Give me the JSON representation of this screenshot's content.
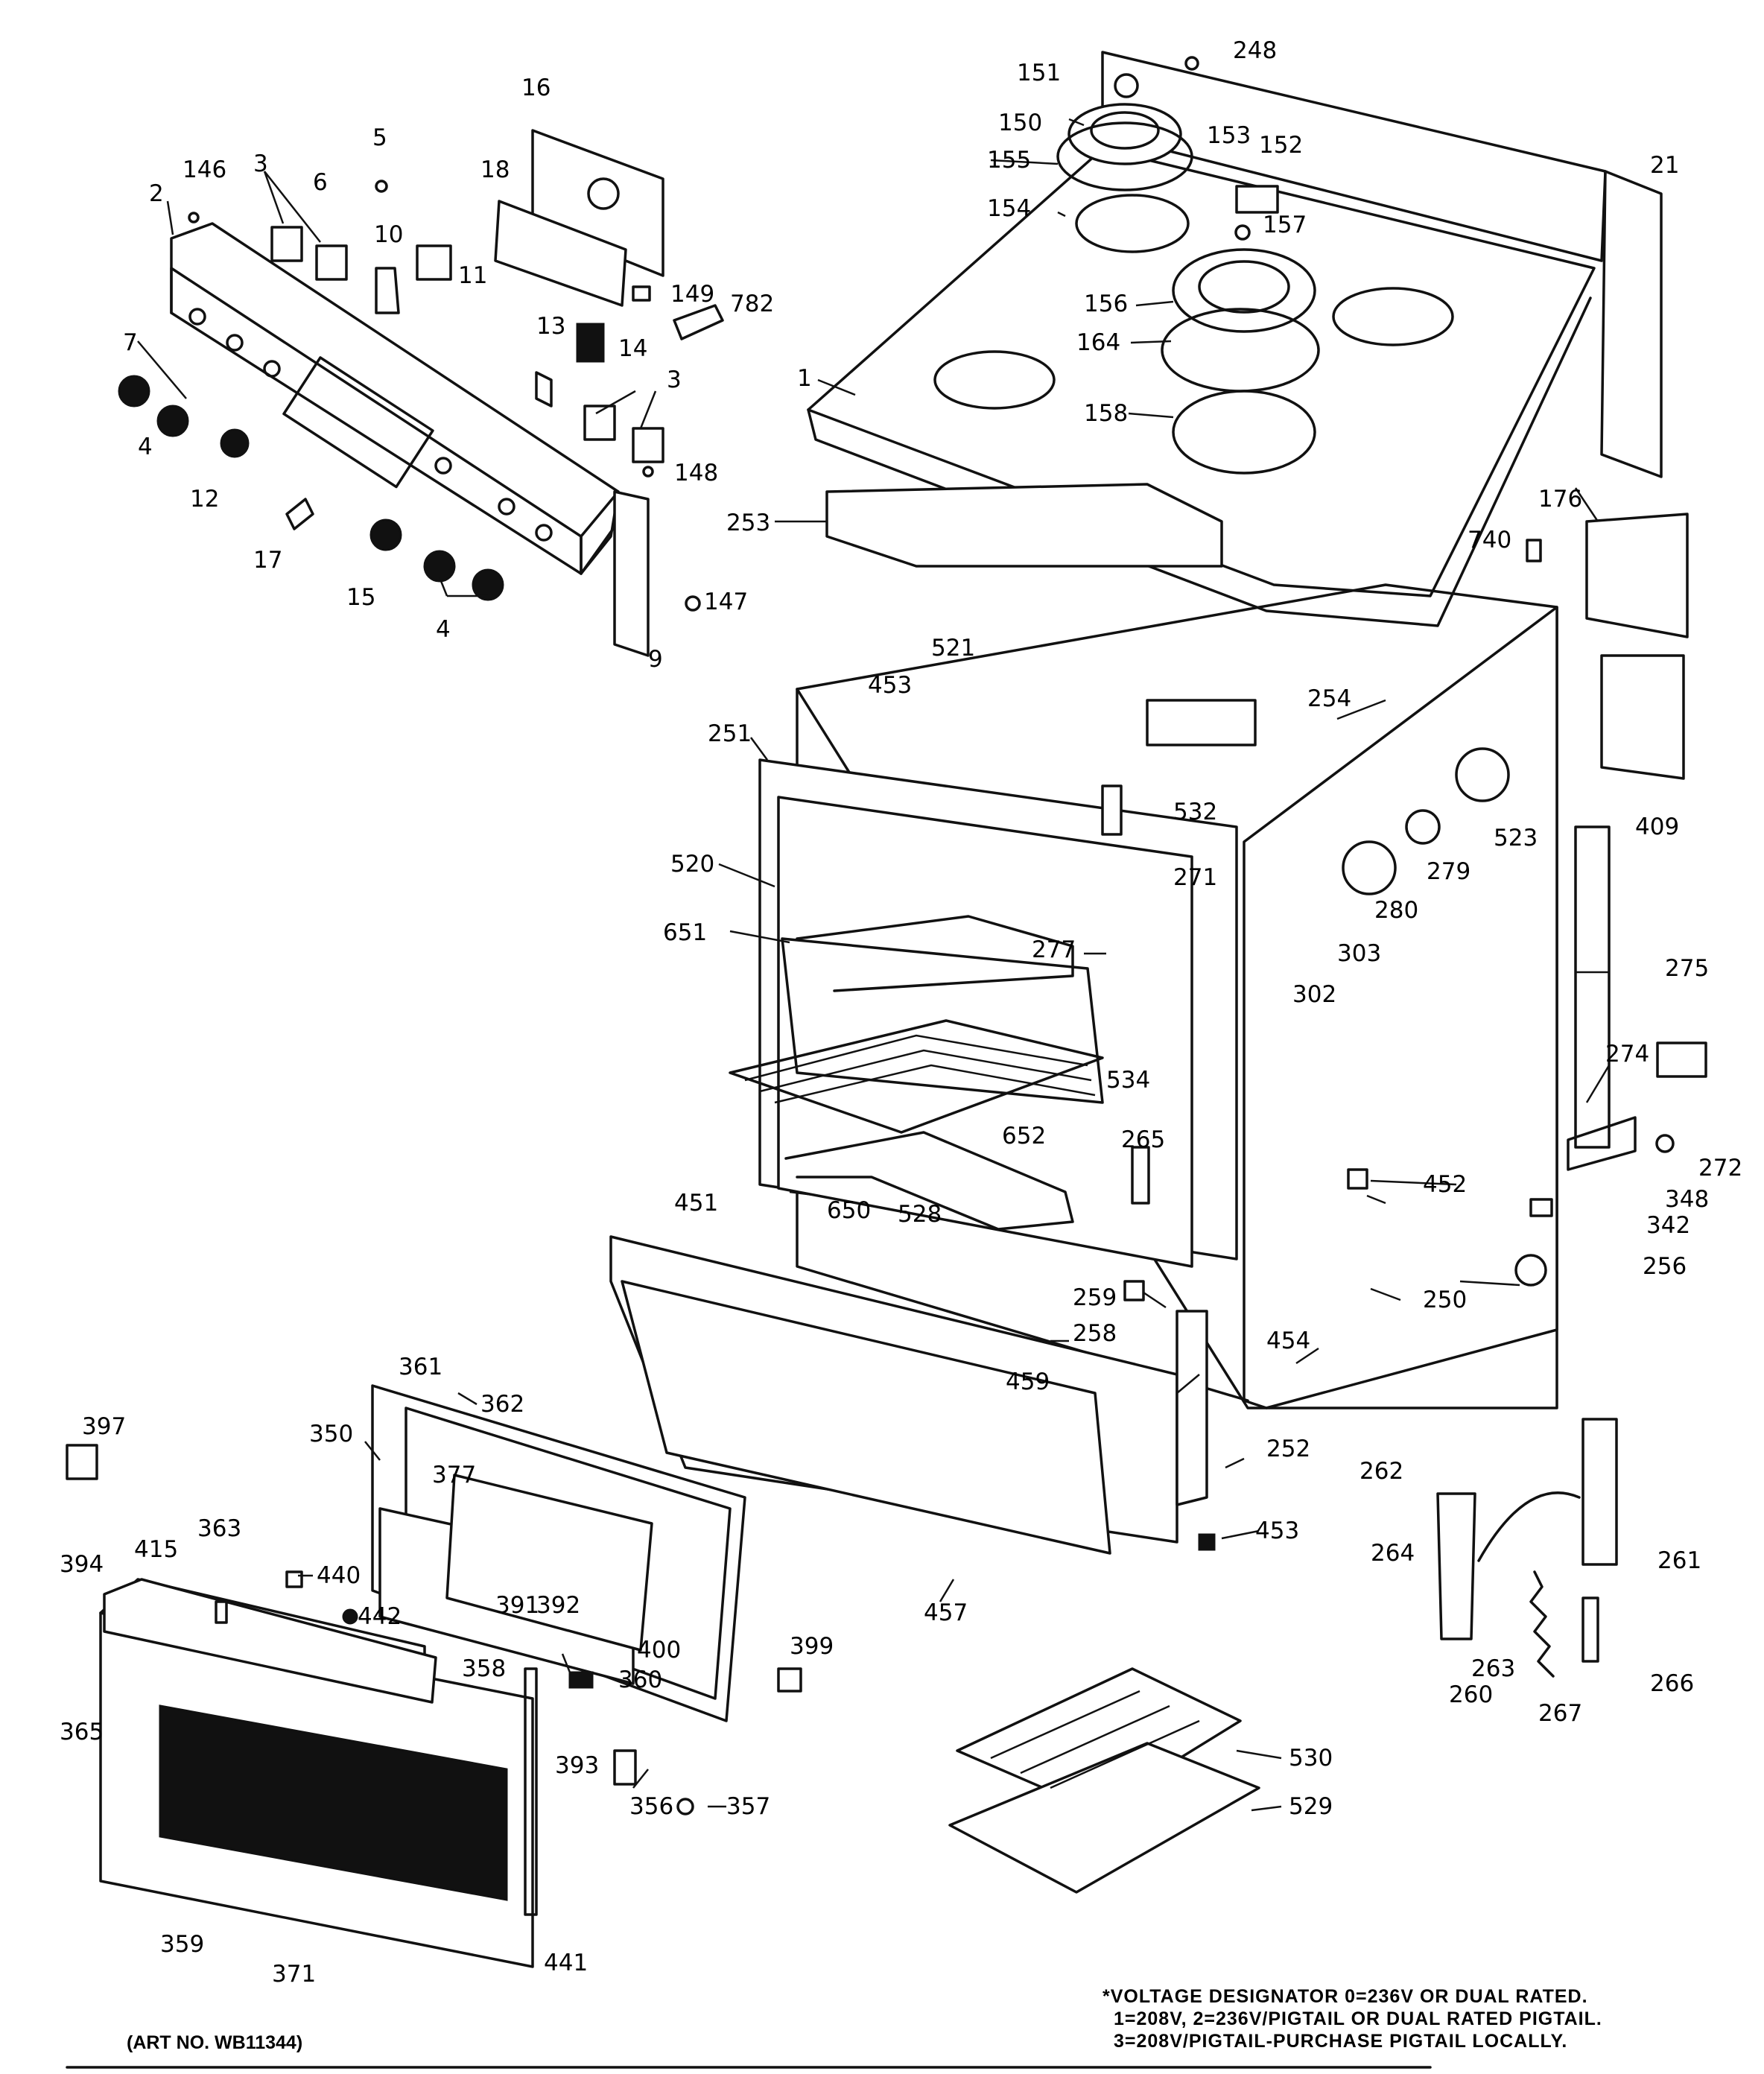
{
  "callouts": {
    "c1": "1",
    "c2": "2",
    "c3a": "3",
    "c3b": "3",
    "c4a": "4",
    "c4b": "4",
    "c5": "5",
    "c6": "6",
    "c7": "7",
    "c9": "9",
    "c10": "10",
    "c11": "11",
    "c12": "12",
    "c13": "13",
    "c14": "14",
    "c15": "15",
    "c16": "16",
    "c17": "17",
    "c18": "18",
    "c21": "21",
    "c146": "146",
    "c147": "147",
    "c148": "148",
    "c149": "149",
    "c150": "150",
    "c151": "151",
    "c152": "152",
    "c153": "153",
    "c154": "154",
    "c155": "155",
    "c156": "156",
    "c157": "157",
    "c158": "158",
    "c164": "164",
    "c176": "176",
    "c248": "248",
    "c250": "250",
    "c251": "251",
    "c252": "252",
    "c253": "253",
    "c254": "254",
    "c256": "256",
    "c258": "258",
    "c259": "259",
    "c260": "260",
    "c261": "261",
    "c262": "262",
    "c263": "263",
    "c264": "264",
    "c265": "265",
    "c266": "266",
    "c267": "267",
    "c271": "271",
    "c272": "272",
    "c274": "274",
    "c275": "275",
    "c277": "277",
    "c279": "279",
    "c280": "280",
    "c302": "302",
    "c303": "303",
    "c342": "342",
    "c348": "348",
    "c350": "350",
    "c356": "356",
    "c357": "357",
    "c358": "358",
    "c359": "359",
    "c360": "360",
    "c361": "361",
    "c362": "362",
    "c363": "363",
    "c365": "365",
    "c371": "371",
    "c377": "377",
    "c391": "391",
    "c392": "392",
    "c393": "393",
    "c394": "394",
    "c397": "397",
    "c399": "399",
    "c400": "400",
    "c409": "409",
    "c415": "415",
    "c440": "440",
    "c441": "441",
    "c442": "442",
    "c451": "451",
    "c452": "452",
    "c453a": "453",
    "c453b": "453",
    "c454": "454",
    "c457": "457",
    "c459": "459",
    "c520": "520",
    "c521": "521",
    "c523": "523",
    "c528": "528",
    "c529": "529",
    "c530": "530",
    "c532": "532",
    "c534": "534",
    "c650": "650",
    "c651": "651",
    "c652": "652",
    "c740": "740",
    "c782": "782"
  },
  "footnote": {
    "line1": "*VOLTAGE DESIGNATOR 0=236V OR DUAL RATED.",
    "line2": "1=208V, 2=236V/PIGTAIL OR DUAL RATED PIGTAIL.",
    "line3": "3=208V/PIGTAIL-PURCHASE PIGTAIL LOCALLY."
  },
  "art_number": "(ART NO. WB11344)"
}
